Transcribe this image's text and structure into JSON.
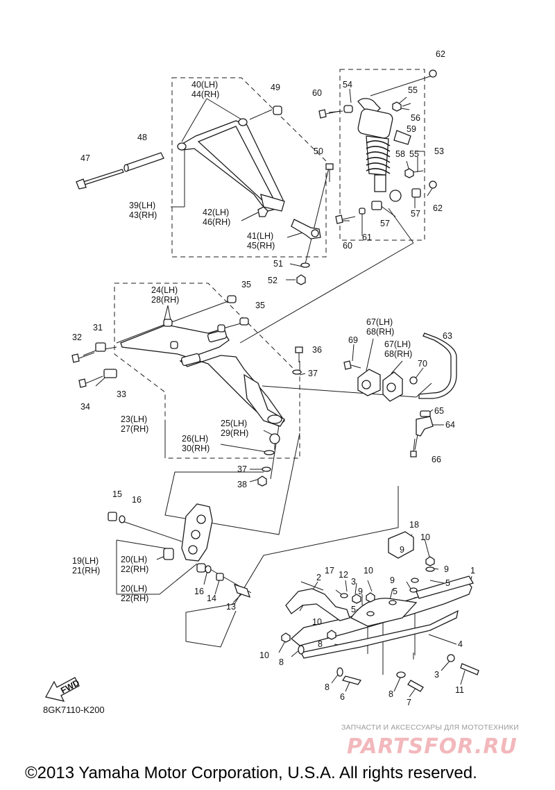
{
  "diagram": {
    "labels": {
      "l1": "1",
      "l2": "2",
      "l3a": "3",
      "l3b": "3",
      "l4": "4",
      "l5a": "5",
      "l5b": "5",
      "l5c": "5",
      "l6": "6",
      "l7": "7",
      "l8a": "8",
      "l8b": "8",
      "l8c": "8",
      "l8d": "8",
      "l9a": "9",
      "l9b": "9",
      "l9c": "9",
      "l9d": "9",
      "l10a": "10",
      "l10b": "10",
      "l10c": "10",
      "l10d": "10",
      "l11": "11",
      "l12": "12",
      "l13": "13",
      "l14": "14",
      "l15": "15",
      "l16a": "16",
      "l16b": "16",
      "l17": "17",
      "l18": "18",
      "l19": "19(LH)",
      "l21": "21(RH)",
      "l20a": "20(LH)",
      "l22a": "22(RH)",
      "l20b": "20(LH)",
      "l22b": "22(RH)",
      "l23": "23(LH)",
      "l27": "27(RH)",
      "l24": "24(LH)",
      "l28": "28(RH)",
      "l25": "25(LH)",
      "l29": "29(RH)",
      "l26": "26(LH)",
      "l30": "30(RH)",
      "l31": "31",
      "l32": "32",
      "l33": "33",
      "l34": "34",
      "l35a": "35",
      "l35b": "35",
      "l36": "36",
      "l37a": "37",
      "l37b": "37",
      "l38": "38",
      "l39": "39(LH)",
      "l43": "43(RH)",
      "l40": "40(LH)",
      "l44": "44(RH)",
      "l41": "41(LH)",
      "l45": "45(RH)",
      "l42": "42(LH)",
      "l46": "46(RH)",
      "l47": "47",
      "l48": "48",
      "l49": "49",
      "l50": "50",
      "l51": "51",
      "l52": "52",
      "l53": "53",
      "l54": "54",
      "l55a": "55",
      "l55b": "55",
      "l56": "56",
      "l57a": "57",
      "l57b": "57",
      "l58": "58",
      "l59": "59",
      "l60a": "60",
      "l60b": "60",
      "l61": "61",
      "l62a": "62",
      "l62b": "62",
      "l63": "63",
      "l64": "64",
      "l65": "65",
      "l66": "66",
      "l67a": "67(LH)",
      "l68a": "68(RH)",
      "l67b": "67(LH)",
      "l68b": "68(RH)",
      "l69": "69",
      "l70": "70",
      "fwd": "FWD"
    },
    "drawing_code": "8GK7110-K200"
  },
  "watermark": {
    "tagline": "ЗАПЧАСТИ И АКСЕССУАРЫ ДЛЯ МОТОТЕХНИКИ",
    "brand": "PARTSFOR.RU"
  },
  "footer": {
    "copyright": "©2013 Yamaha Motor Corporation, U.S.A. All rights reserved."
  }
}
